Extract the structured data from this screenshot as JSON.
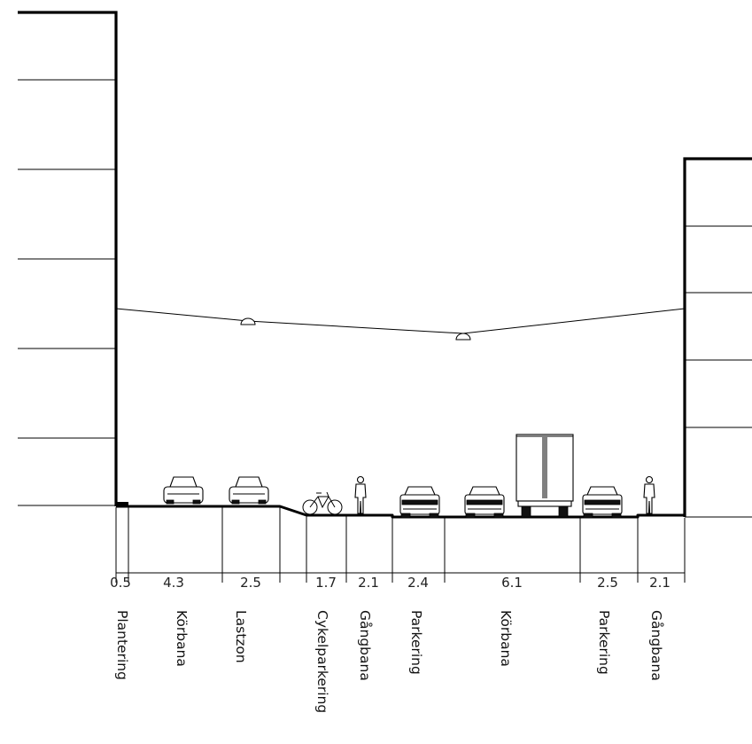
{
  "dimensions": [
    "0.5",
    "4.3",
    "2.5",
    "1.7",
    "2.1",
    "2.4",
    "6.1",
    "2.5",
    "2.1"
  ],
  "zones": [
    "Plantering",
    "Körbana",
    "Lastzon",
    "Cykelparkering",
    "Gångbana",
    "Parkering",
    "Körbana",
    "Parkering",
    "Gångbana"
  ],
  "icons": [
    "car-icon",
    "car-icon",
    "bicycle-icon",
    "pedestrian-icon",
    "car-front-icon",
    "car-front-icon",
    "truck-icon",
    "car-front-icon",
    "pedestrian-icon",
    "street-lamp-icon"
  ],
  "colors": {
    "line": "#000000",
    "background": "#ffffff"
  }
}
